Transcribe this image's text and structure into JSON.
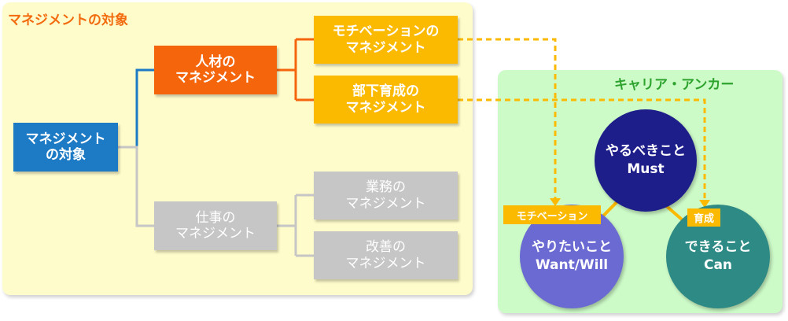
{
  "left_panel": {
    "title": "マネジメントの対象"
  },
  "right_panel": {
    "title": "キャリア・アンカー"
  },
  "tree": {
    "root": {
      "line1": "マネジメント",
      "line2": "の対象"
    },
    "jinzai": {
      "line1": "人材の",
      "line2": "マネジメント"
    },
    "motivation": {
      "line1": "モチベーションの",
      "line2": "マネジメント"
    },
    "buka": {
      "line1": "部下育成の",
      "line2": "マネジメント"
    },
    "shigoto": {
      "line1": "仕事の",
      "line2": "マネジメント"
    },
    "gyomu": {
      "line1": "業務の",
      "line2": "マネジメント"
    },
    "kaizen": {
      "line1": "改善の",
      "line2": "マネジメント"
    }
  },
  "circles": {
    "must": {
      "line1": "やるべきこと",
      "line2": "Must"
    },
    "want": {
      "line1": "やりたいこと",
      "line2": "Want/Will"
    },
    "can": {
      "line1": "できること",
      "line2": "Can"
    }
  },
  "tags": {
    "motivation": "モチベーション",
    "ikusei": "育成"
  },
  "colors": {
    "tree_blue": "#1d7ac4",
    "tree_orange": "#f4650c",
    "tree_gold": "#fbb900",
    "tree_gray": "#c6c6c6",
    "must": "#1e1e8a",
    "want": "#6a6ad2",
    "can": "#2e8a85"
  }
}
